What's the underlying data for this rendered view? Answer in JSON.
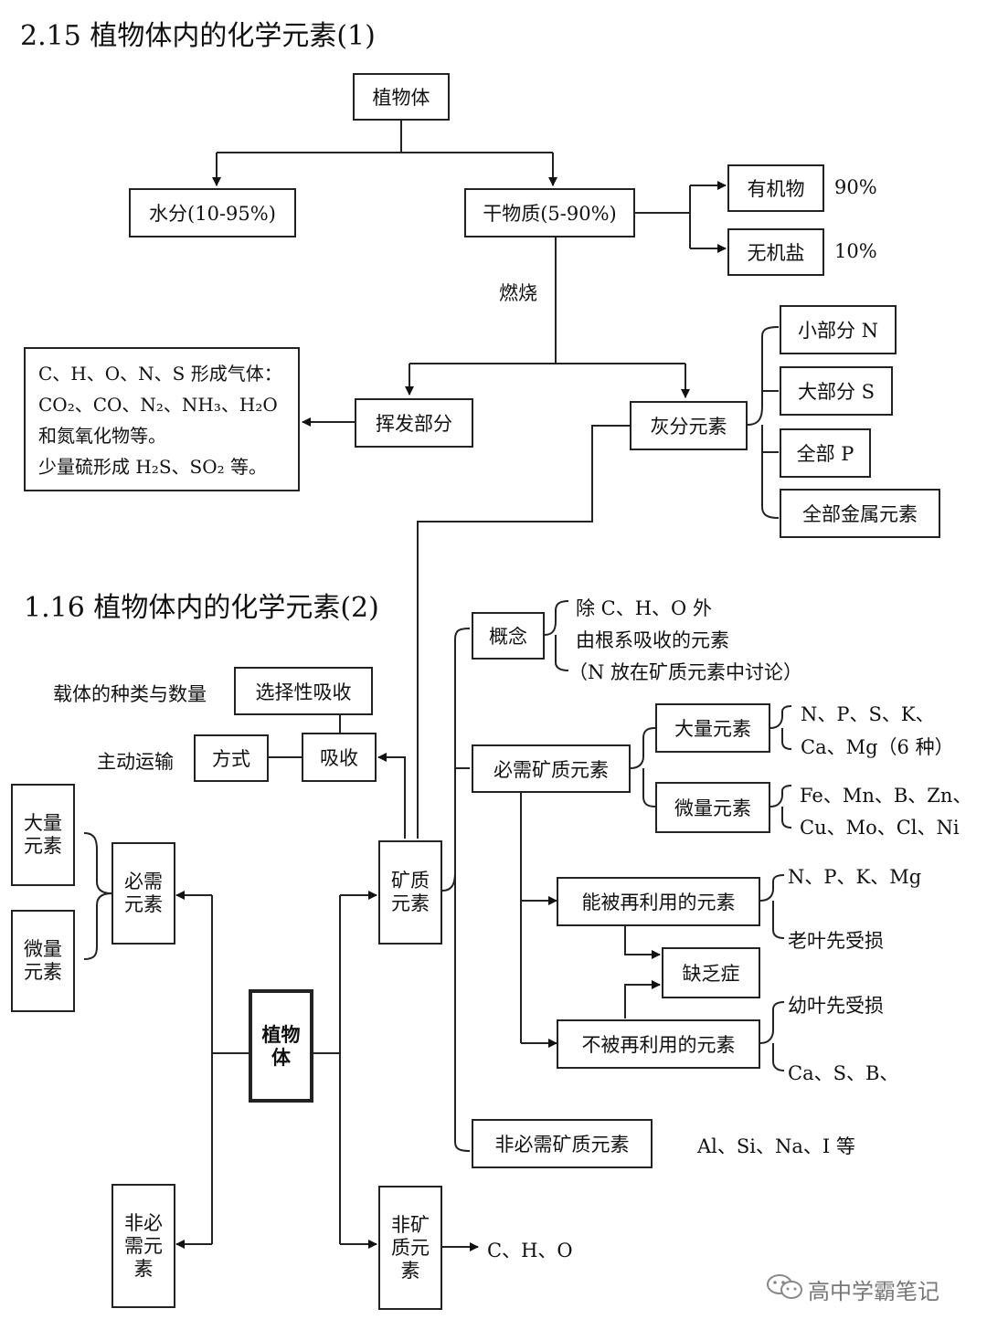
{
  "sec1": {
    "title": "2.15 植物体内的化学元素(1)",
    "plant": "植物体",
    "water": "水分(10-95%)",
    "dry": "干物质(5-90%)",
    "organic": "有机物",
    "organic_pct": "90%",
    "inorganic": "无机盐",
    "inorganic_pct": "10%",
    "burn": "燃烧",
    "volatile": "挥发部分",
    "ash": "灰分元素",
    "gas_lines": [
      "C、H、O、N、S 形成气体：",
      "CO₂、CO、N₂、NH₃、H₂O",
      "和氮氧化物等。",
      "少量硫形成 H₂S、SO₂ 等。"
    ],
    "ash_items": [
      "小部分 N",
      "大部分 S",
      "全部 P",
      "全部金属元素"
    ]
  },
  "sec2": {
    "title": "1.16 植物体内的化学元素(2)",
    "concept": "概念",
    "concept_lines": [
      "除 C、H、O 外",
      "由根系吸收的元素",
      "（N 放在矿质元素中讨论）"
    ],
    "carrier": "载体的种类与数量",
    "selective": "选择性吸收",
    "active": "主动运输",
    "method": "方式",
    "absorb": "吸收",
    "essential_mineral": "必需矿质元素",
    "macro_box": "大量元素",
    "macro_lines": [
      "N、P、S、K、",
      "Ca、Mg（6 种）"
    ],
    "micro_box": "微量元素",
    "micro_lines": [
      "Fe、Mn、B、Zn、",
      "Cu、Mo、Cl、Ni"
    ],
    "reusable": "能被再利用的元素",
    "reusable_items": "N、P、K、Mg",
    "old_leaf": "老叶先受损",
    "deficiency": "缺乏症",
    "young_leaf": "幼叶先受损",
    "nonreusable": "不被再利用的元素",
    "nonreusable_items": "Ca、S、B、",
    "nonessential": "非必需矿质元素",
    "nonessential_items": "Al、Si、Na、I 等",
    "left_macro": "大量元素",
    "left_micro": "微量元素",
    "essential": "必需元素",
    "plant": "植物体",
    "nonessential_el": "非必需元素",
    "mineral": "矿质元素",
    "nonmineral": "非矿质元素",
    "cho": "C、H、O"
  },
  "watermark": "高中学霸笔记"
}
